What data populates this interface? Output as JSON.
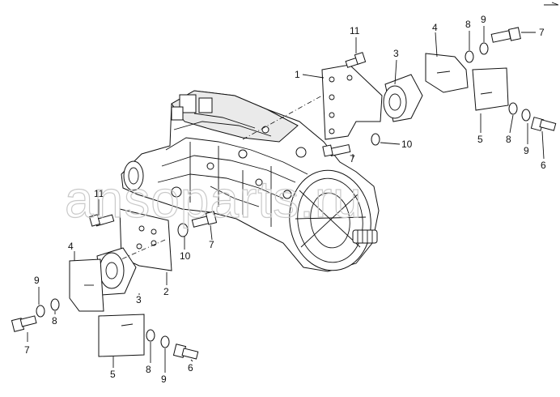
{
  "diagram": {
    "watermark": "ansoparts.ru",
    "callouts": {
      "c1": "1",
      "c2": "2",
      "c3a": "3",
      "c3b": "3",
      "c4a": "4",
      "c4b": "4",
      "c5a": "5",
      "c5b": "5",
      "c6a": "6",
      "c6b": "6",
      "c7a": "7",
      "c7b": "7",
      "c7c": "7",
      "c7d": "7",
      "c8a": "8",
      "c8b": "8",
      "c8c": "8",
      "c8d": "8",
      "c9a": "9",
      "c9b": "9",
      "c9c": "9",
      "c9d": "9",
      "c10a": "10",
      "c10b": "10",
      "c11a": "11",
      "c11b": "11"
    }
  }
}
